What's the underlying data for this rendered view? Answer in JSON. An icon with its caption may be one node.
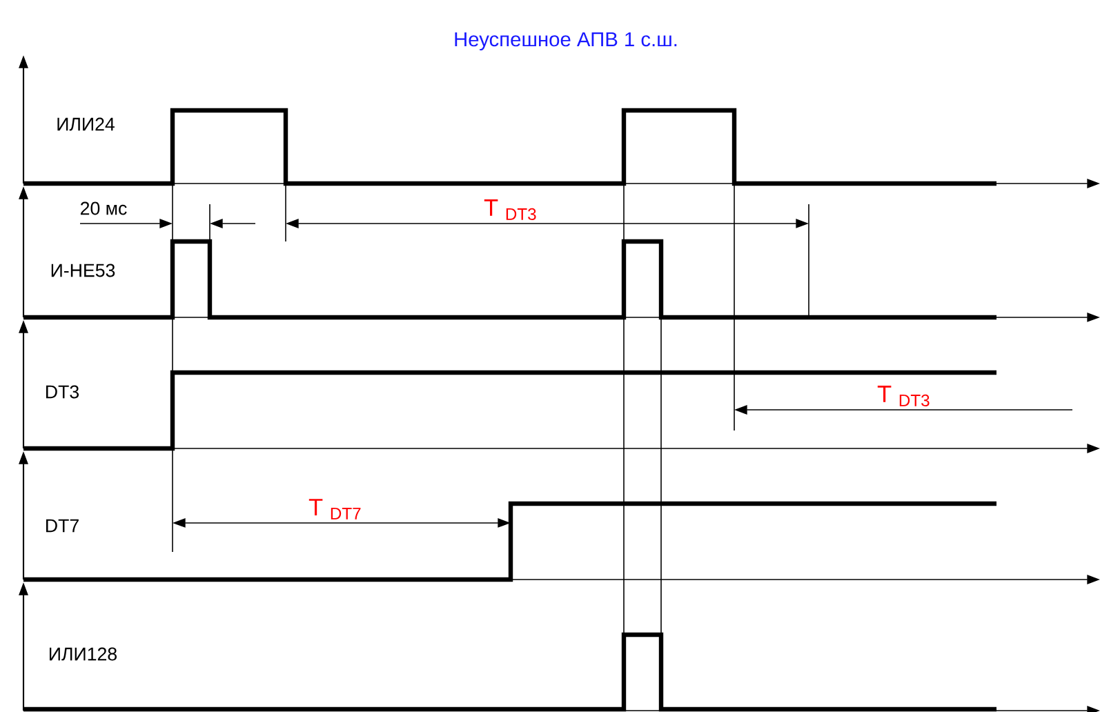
{
  "diagram": {
    "title": "Неуспешное АПВ 1 с.ш.",
    "labels": [
      "ИЛИ24",
      "20 мс",
      "T $_{DT3}$",
      "И-НЕ53",
      "DT3",
      "T $_{DT3}$",
      "DT7",
      "T $_{DT7}$",
      "ИЛИ128"
    ]
  }
}
